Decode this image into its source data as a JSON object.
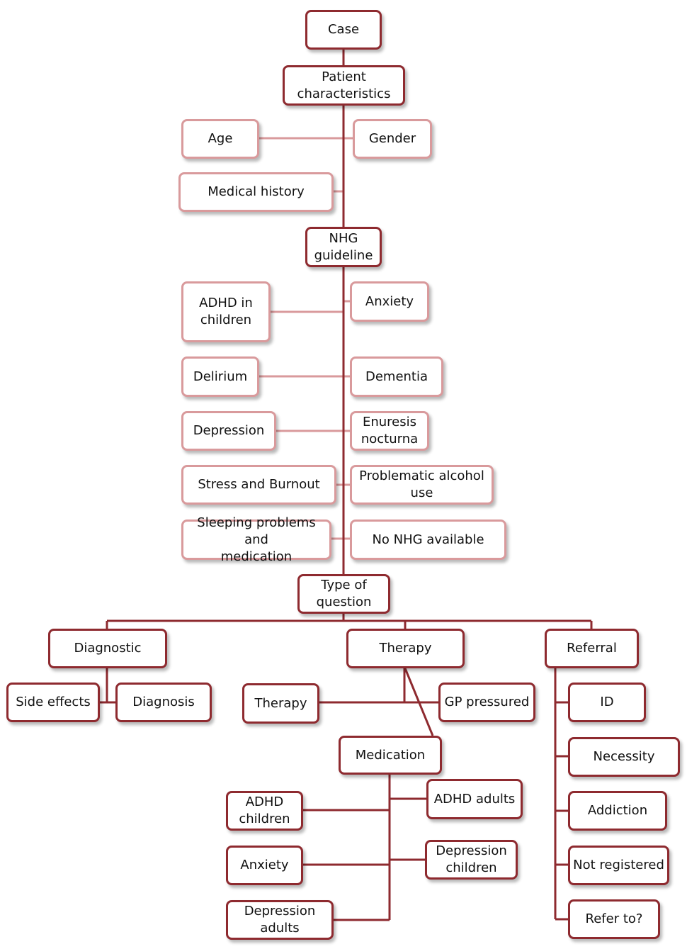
{
  "colors": {
    "dark": "#8e2a2f",
    "light": "#d99a9c"
  },
  "nodes": {
    "case": "Case",
    "patient": "Patient\ncharacteristics",
    "age": "Age",
    "gender": "Gender",
    "medical_history": "Medical history",
    "nhg": "NHG\nguideline",
    "adhd_children_g": "ADHD in\nchildren",
    "anxiety_g": "Anxiety",
    "delirium": "Delirium",
    "dementia": "Dementia",
    "depression_g": "Depression",
    "enuresis": "Enuresis\nnocturna",
    "stress": "Stress and Burnout",
    "alcohol": "Problematic alcohol\nuse",
    "sleeping": "Sleeping problems and\nmedication",
    "no_nhg": "No NHG available",
    "type": "Type of\nquestion",
    "diagnostic": "Diagnostic",
    "therapy": "Therapy",
    "referral": "Referral",
    "side_effects": "Side effects",
    "diagnosis": "Diagnosis",
    "therapy_sub": "Therapy",
    "gp_pressured": "GP pressured",
    "medication": "Medication",
    "adhd_children_m": "ADHD\nchildren",
    "adhd_adults": "ADHD adults",
    "anxiety_m": "Anxiety",
    "depression_children": "Depression\nchildren",
    "depression_adults": "Depression\nadults",
    "id": "ID",
    "necessity": "Necessity",
    "addiction": "Addiction",
    "not_registered": "Not registered",
    "refer_to": "Refer to?"
  }
}
